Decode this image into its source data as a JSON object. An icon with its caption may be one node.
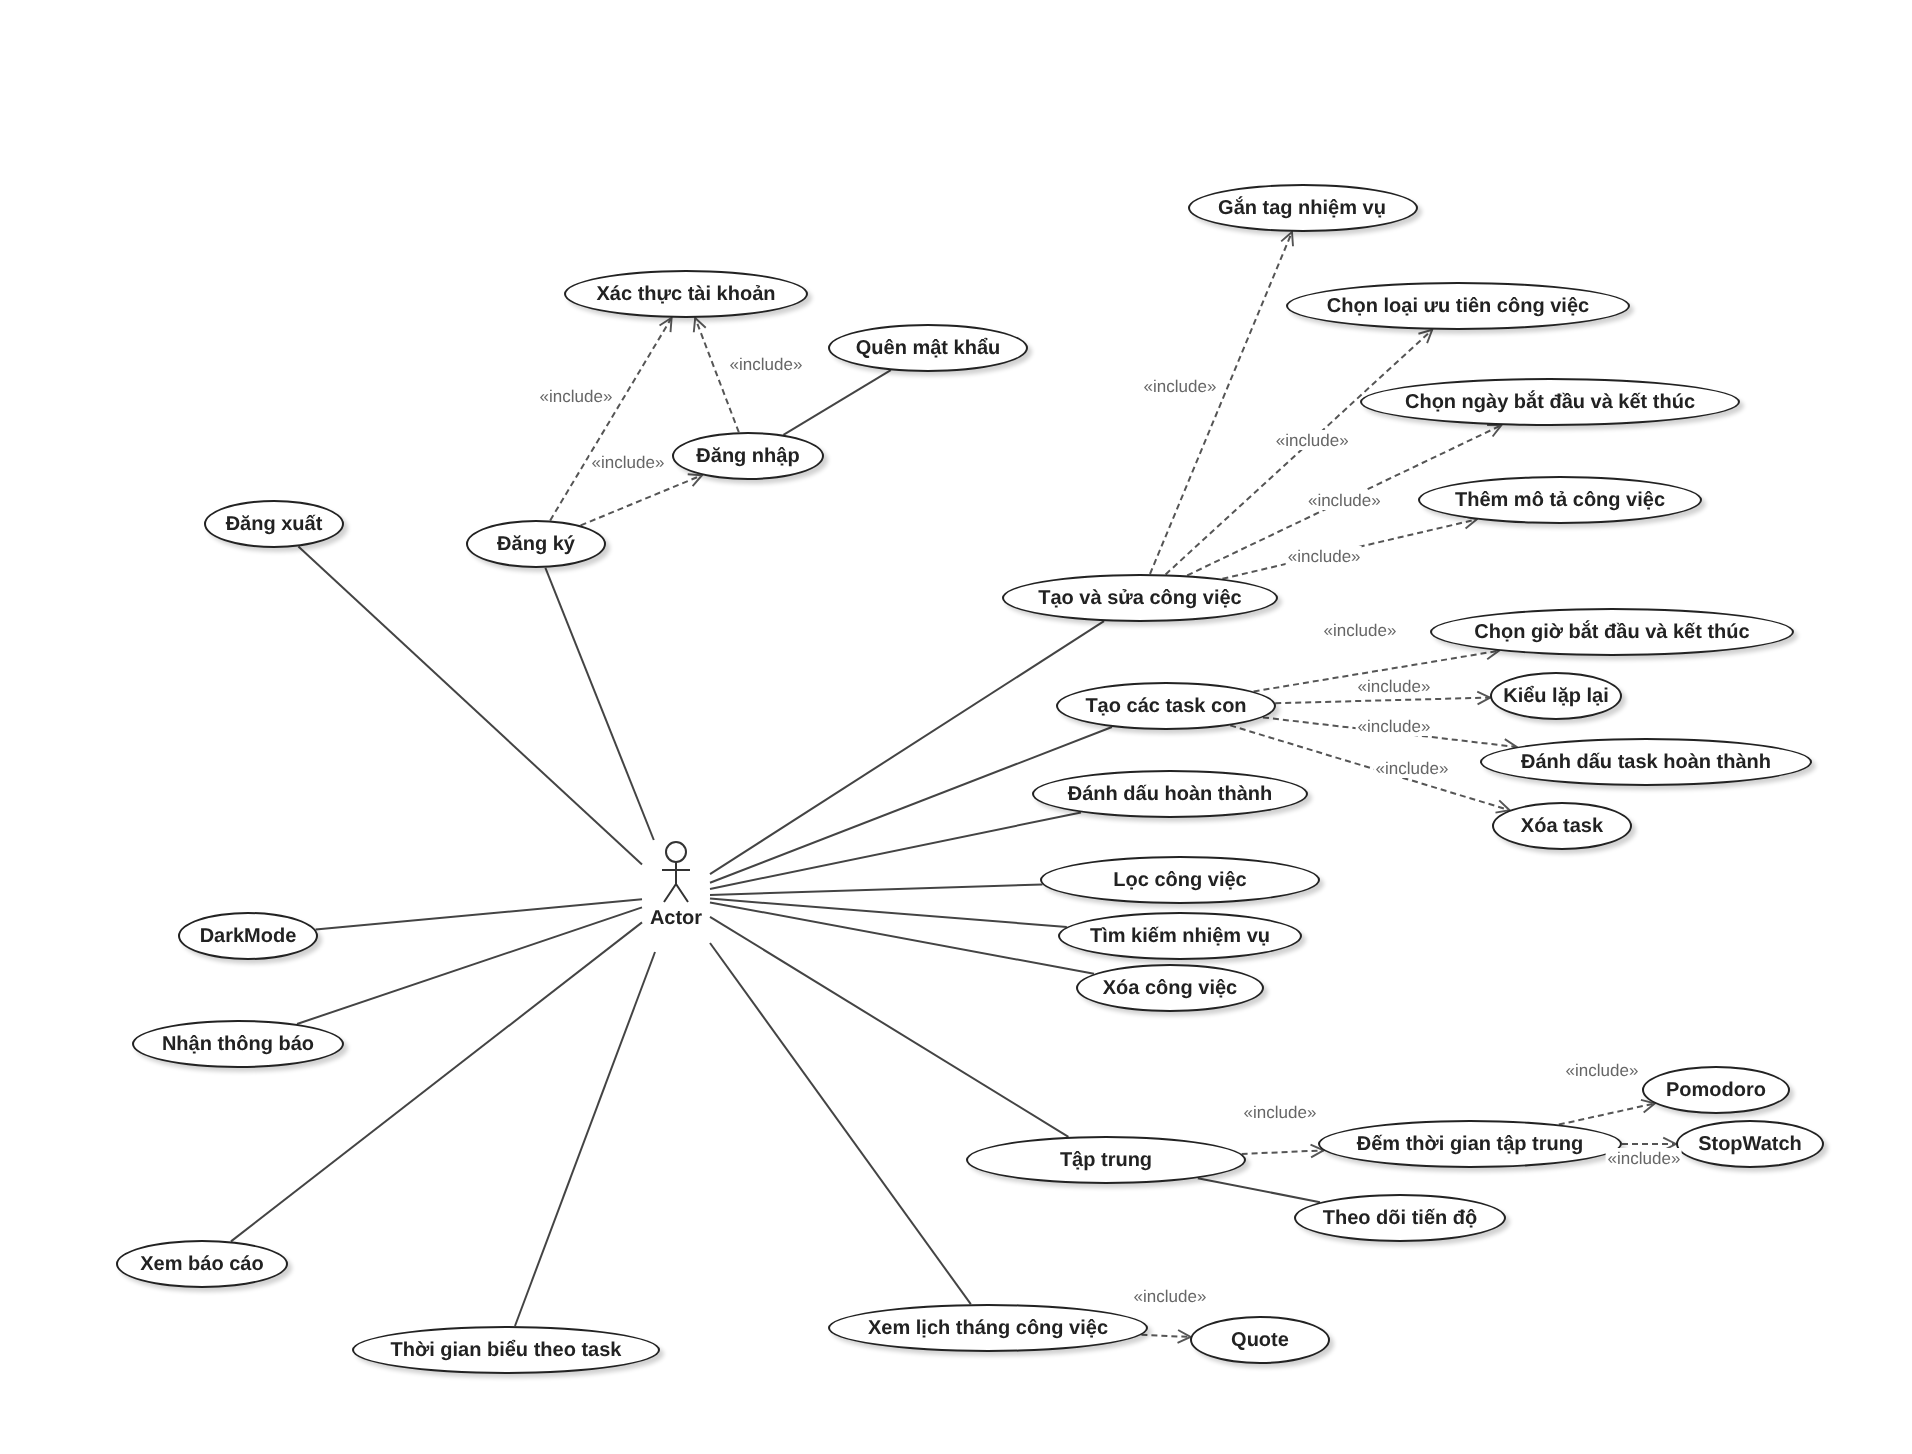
{
  "diagram": {
    "nodes": [
      {
        "text": [
          "Actor"
        ]
      },
      {
        "text": [
          "Xác thực tài khoản"
        ]
      },
      {
        "text": [
          "Quên mật khẩu"
        ]
      },
      {
        "text": [
          "Đăng nhập"
        ]
      },
      {
        "text": [
          "Đăng xuất"
        ]
      },
      {
        "text": [
          "Đăng ký"
        ]
      },
      {
        "text": [
          "Gắn tag nhiệm vụ"
        ]
      },
      {
        "text": [
          "Chọn loại ưu tiên công việc"
        ]
      },
      {
        "text": [
          "Chọn ngày bắt đầu và kết thúc"
        ]
      },
      {
        "text": [
          "Thêm mô tả công việc"
        ]
      },
      {
        "text": [
          "Tạo và sửa công việc"
        ]
      },
      {
        "text": [
          "Chọn giờ bắt đầu và kết thúc"
        ]
      },
      {
        "text": [
          "Tạo các task con"
        ]
      },
      {
        "text": [
          "Kiểu lặp lại"
        ]
      },
      {
        "text": [
          "Đánh dấu task hoàn thành"
        ]
      },
      {
        "text": [
          "Đánh dấu hoàn thành"
        ]
      },
      {
        "text": [
          "Xóa task"
        ]
      },
      {
        "text": [
          "Lọc công việc"
        ]
      },
      {
        "text": [
          "Tìm kiếm nhiệm vụ"
        ]
      },
      {
        "text": [
          "Xóa công việc"
        ]
      },
      {
        "text": [
          "DarkMode"
        ]
      },
      {
        "text": [
          "Nhận thông báo"
        ]
      },
      {
        "text": [
          "Pomodoro"
        ]
      },
      {
        "text": [
          "Tập trung"
        ]
      },
      {
        "text": [
          "Đếm thời gian tập trung"
        ]
      },
      {
        "text": [
          "StopWatch"
        ]
      },
      {
        "text": [
          "Theo dõi tiến độ"
        ]
      },
      {
        "text": [
          "Xem báo cáo"
        ]
      },
      {
        "text": [
          "Xem lịch tháng công việc"
        ]
      },
      {
        "text": [
          "Quote"
        ]
      },
      {
        "text": [
          "Thời gian biểu theo task"
        ]
      }
    ],
    "edges": [
      {
        "from": 5,
        "to": 1,
        "arrow": "to",
        "style": "dashed",
        "label": "«include»"
      },
      {
        "from": 5,
        "to": 3,
        "arrow": "to",
        "style": "dashed",
        "label": "«include»"
      },
      {
        "from": 3,
        "to": 1,
        "arrow": "to",
        "style": "dashed",
        "label": "«include»"
      },
      {
        "from": 3,
        "to": 2,
        "arrow": "none"
      },
      {
        "from": 0,
        "to": 4,
        "arrow": "none"
      },
      {
        "from": 0,
        "to": 5,
        "arrow": "none"
      },
      {
        "from": 0,
        "to": 10,
        "arrow": "none"
      },
      {
        "from": 0,
        "to": 12,
        "arrow": "none"
      },
      {
        "from": 0,
        "to": 15,
        "arrow": "none"
      },
      {
        "from": 0,
        "to": 17,
        "arrow": "none"
      },
      {
        "from": 0,
        "to": 18,
        "arrow": "none"
      },
      {
        "from": 0,
        "to": 19,
        "arrow": "none"
      },
      {
        "from": 0,
        "to": 20,
        "arrow": "none"
      },
      {
        "from": 0,
        "to": 21,
        "arrow": "none"
      },
      {
        "from": 0,
        "to": 23,
        "arrow": "none"
      },
      {
        "from": 0,
        "to": 27,
        "arrow": "none"
      },
      {
        "from": 0,
        "to": 28,
        "arrow": "none"
      },
      {
        "from": 0,
        "to": 30,
        "arrow": "none"
      },
      {
        "from": 10,
        "to": 6,
        "arrow": "to",
        "style": "dashed",
        "label": "«include»"
      },
      {
        "from": 10,
        "to": 7,
        "arrow": "to",
        "style": "dashed",
        "label": "«include»"
      },
      {
        "from": 10,
        "to": 8,
        "arrow": "to",
        "style": "dashed",
        "label": "«include»"
      },
      {
        "from": 10,
        "to": 9,
        "arrow": "to",
        "style": "dashed",
        "label": "«include»"
      },
      {
        "from": 12,
        "to": 11,
        "arrow": "to",
        "style": "dashed",
        "label": "«include»"
      },
      {
        "from": 12,
        "to": 13,
        "arrow": "to",
        "style": "dashed",
        "label": "«include»"
      },
      {
        "from": 12,
        "to": 14,
        "arrow": "to",
        "style": "dashed",
        "label": "«include»"
      },
      {
        "from": 12,
        "to": 16,
        "arrow": "to",
        "style": "dashed",
        "label": "«include»"
      },
      {
        "from": 23,
        "to": 24,
        "arrow": "to",
        "style": "dashed",
        "label": "«include»"
      },
      {
        "from": 23,
        "to": 26,
        "arrow": "none"
      },
      {
        "from": 24,
        "to": 22,
        "arrow": "to",
        "style": "dashed",
        "label": "«include»"
      },
      {
        "from": 24,
        "to": 25,
        "arrow": "to",
        "style": "dashed",
        "label": "«include»"
      },
      {
        "from": 28,
        "to": 29,
        "arrow": "to",
        "style": "dashed",
        "label": "«include»"
      }
    ]
  }
}
